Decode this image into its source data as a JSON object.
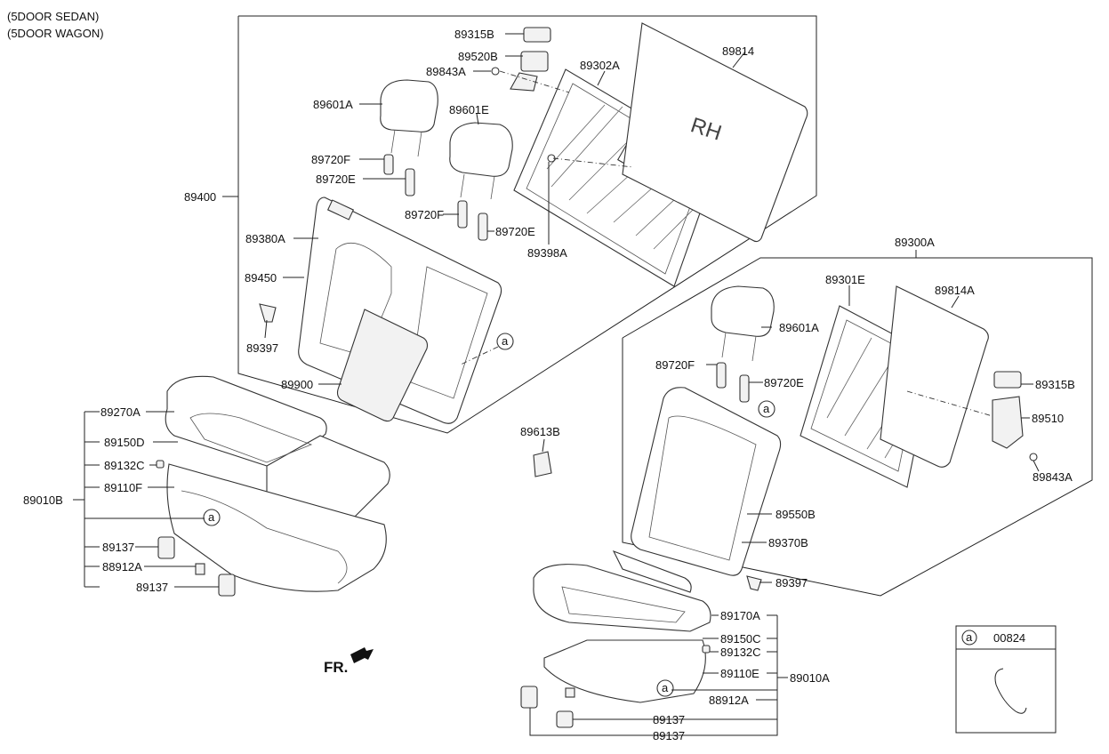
{
  "header": {
    "line1": "(5DOOR SEDAN)",
    "line2": "(5DOOR WAGON)"
  },
  "labels": {
    "p89315B_a": "89315B",
    "p89520B": "89520B",
    "p89843A_a": "89843A",
    "p89302A": "89302A",
    "p89814": "89814",
    "p89601A_a": "89601A",
    "p89601E": "89601E",
    "p89720F_a": "89720F",
    "p89720E_a": "89720E",
    "p89400": "89400",
    "p89720F_b": "89720F",
    "p89720E_b": "89720E",
    "p89398A": "89398A",
    "p89380A": "89380A",
    "p89450": "89450",
    "p89397_a": "89397",
    "p89900": "89900",
    "p89300A": "89300A",
    "p89301E": "89301E",
    "p89814A": "89814A",
    "p89601A_b": "89601A",
    "p89720F_c": "89720F",
    "p89720E_c": "89720E",
    "p89315B_b": "89315B",
    "p89510": "89510",
    "p89843A_b": "89843A",
    "p89613B": "89613B",
    "p89550B": "89550B",
    "p89370B": "89370B",
    "p89397_b": "89397",
    "p89270A": "89270A",
    "p89150D": "89150D",
    "p89132C_a": "89132C",
    "p89110F": "89110F",
    "p89010B": "89010B",
    "p89137_a": "89137",
    "p88912A_a": "88912A",
    "p89137_b": "89137",
    "p89170A": "89170A",
    "p89150C": "89150C",
    "p89132C_b": "89132C",
    "p89110E": "89110E",
    "p89010A": "89010A",
    "p88912A_b": "88912A",
    "p89137_c": "89137",
    "p89137_d": "89137",
    "callout_a": "a",
    "rh_mark": "RH",
    "fr_mark": "FR."
  },
  "legend": {
    "key": "a",
    "part": "00824"
  }
}
